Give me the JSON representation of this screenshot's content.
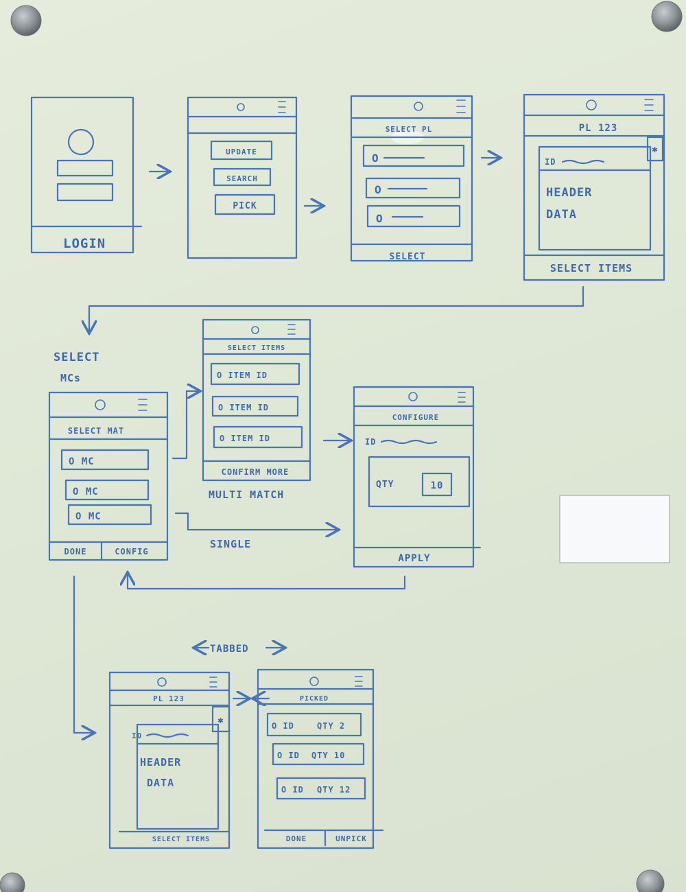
{
  "title": "",
  "colors": {
    "board": "#dfe7d6",
    "ink": "#4a74b8",
    "mount": "#8e9397"
  },
  "screens": {
    "login": {
      "footer": "LOGIN"
    },
    "menu": {
      "buttons": [
        "UPDATE",
        "SEARCH",
        "PICK"
      ]
    },
    "select_pl": {
      "title": "SELECT PL",
      "rows": [
        "O",
        "O",
        "O"
      ],
      "footer": "SELECT"
    },
    "pl_detail": {
      "title": "PL 123",
      "id_label": "ID",
      "header": [
        "HEADER",
        "DATA"
      ],
      "footer": "SELECT   ITEMS",
      "badge_icon": "star-icon"
    },
    "select_mat": {
      "title": "SELECT MAT",
      "rows": [
        "O MC",
        "O MC",
        "O MC"
      ],
      "footer_left": "DONE",
      "footer_right": "CONFIG"
    },
    "select_items": {
      "title": "SELECT ITEMS",
      "rows": [
        "O ITEM ID",
        "O ITEM ID",
        "O ITEM ID"
      ],
      "footer": "CONFIRM MORE"
    },
    "configure": {
      "title": "CONFIGURE",
      "id_label": "ID",
      "qty_label": "QTY",
      "qty_value": "10",
      "footer": "APPLY"
    },
    "pl_tab": {
      "title": "PL 123",
      "id_label": "ID",
      "header": [
        "HEADER",
        "DATA"
      ],
      "footer": "SELECT ITEMS"
    },
    "picked_tab": {
      "title": "PICKED",
      "rows": [
        {
          "id": "O ID",
          "qty": "QTY 2"
        },
        {
          "id": "O ID",
          "qty": "QTY 10"
        },
        {
          "id": "O ID",
          "qty": "QTY 12"
        }
      ],
      "footer_left": "DONE",
      "footer_right": "UNPICK"
    }
  },
  "annotations": {
    "select_mcs": [
      "SELECT",
      "MCs"
    ],
    "multi_match": "MULTI MATCH",
    "single": "SINGLE",
    "tabbed": "TABBED"
  }
}
